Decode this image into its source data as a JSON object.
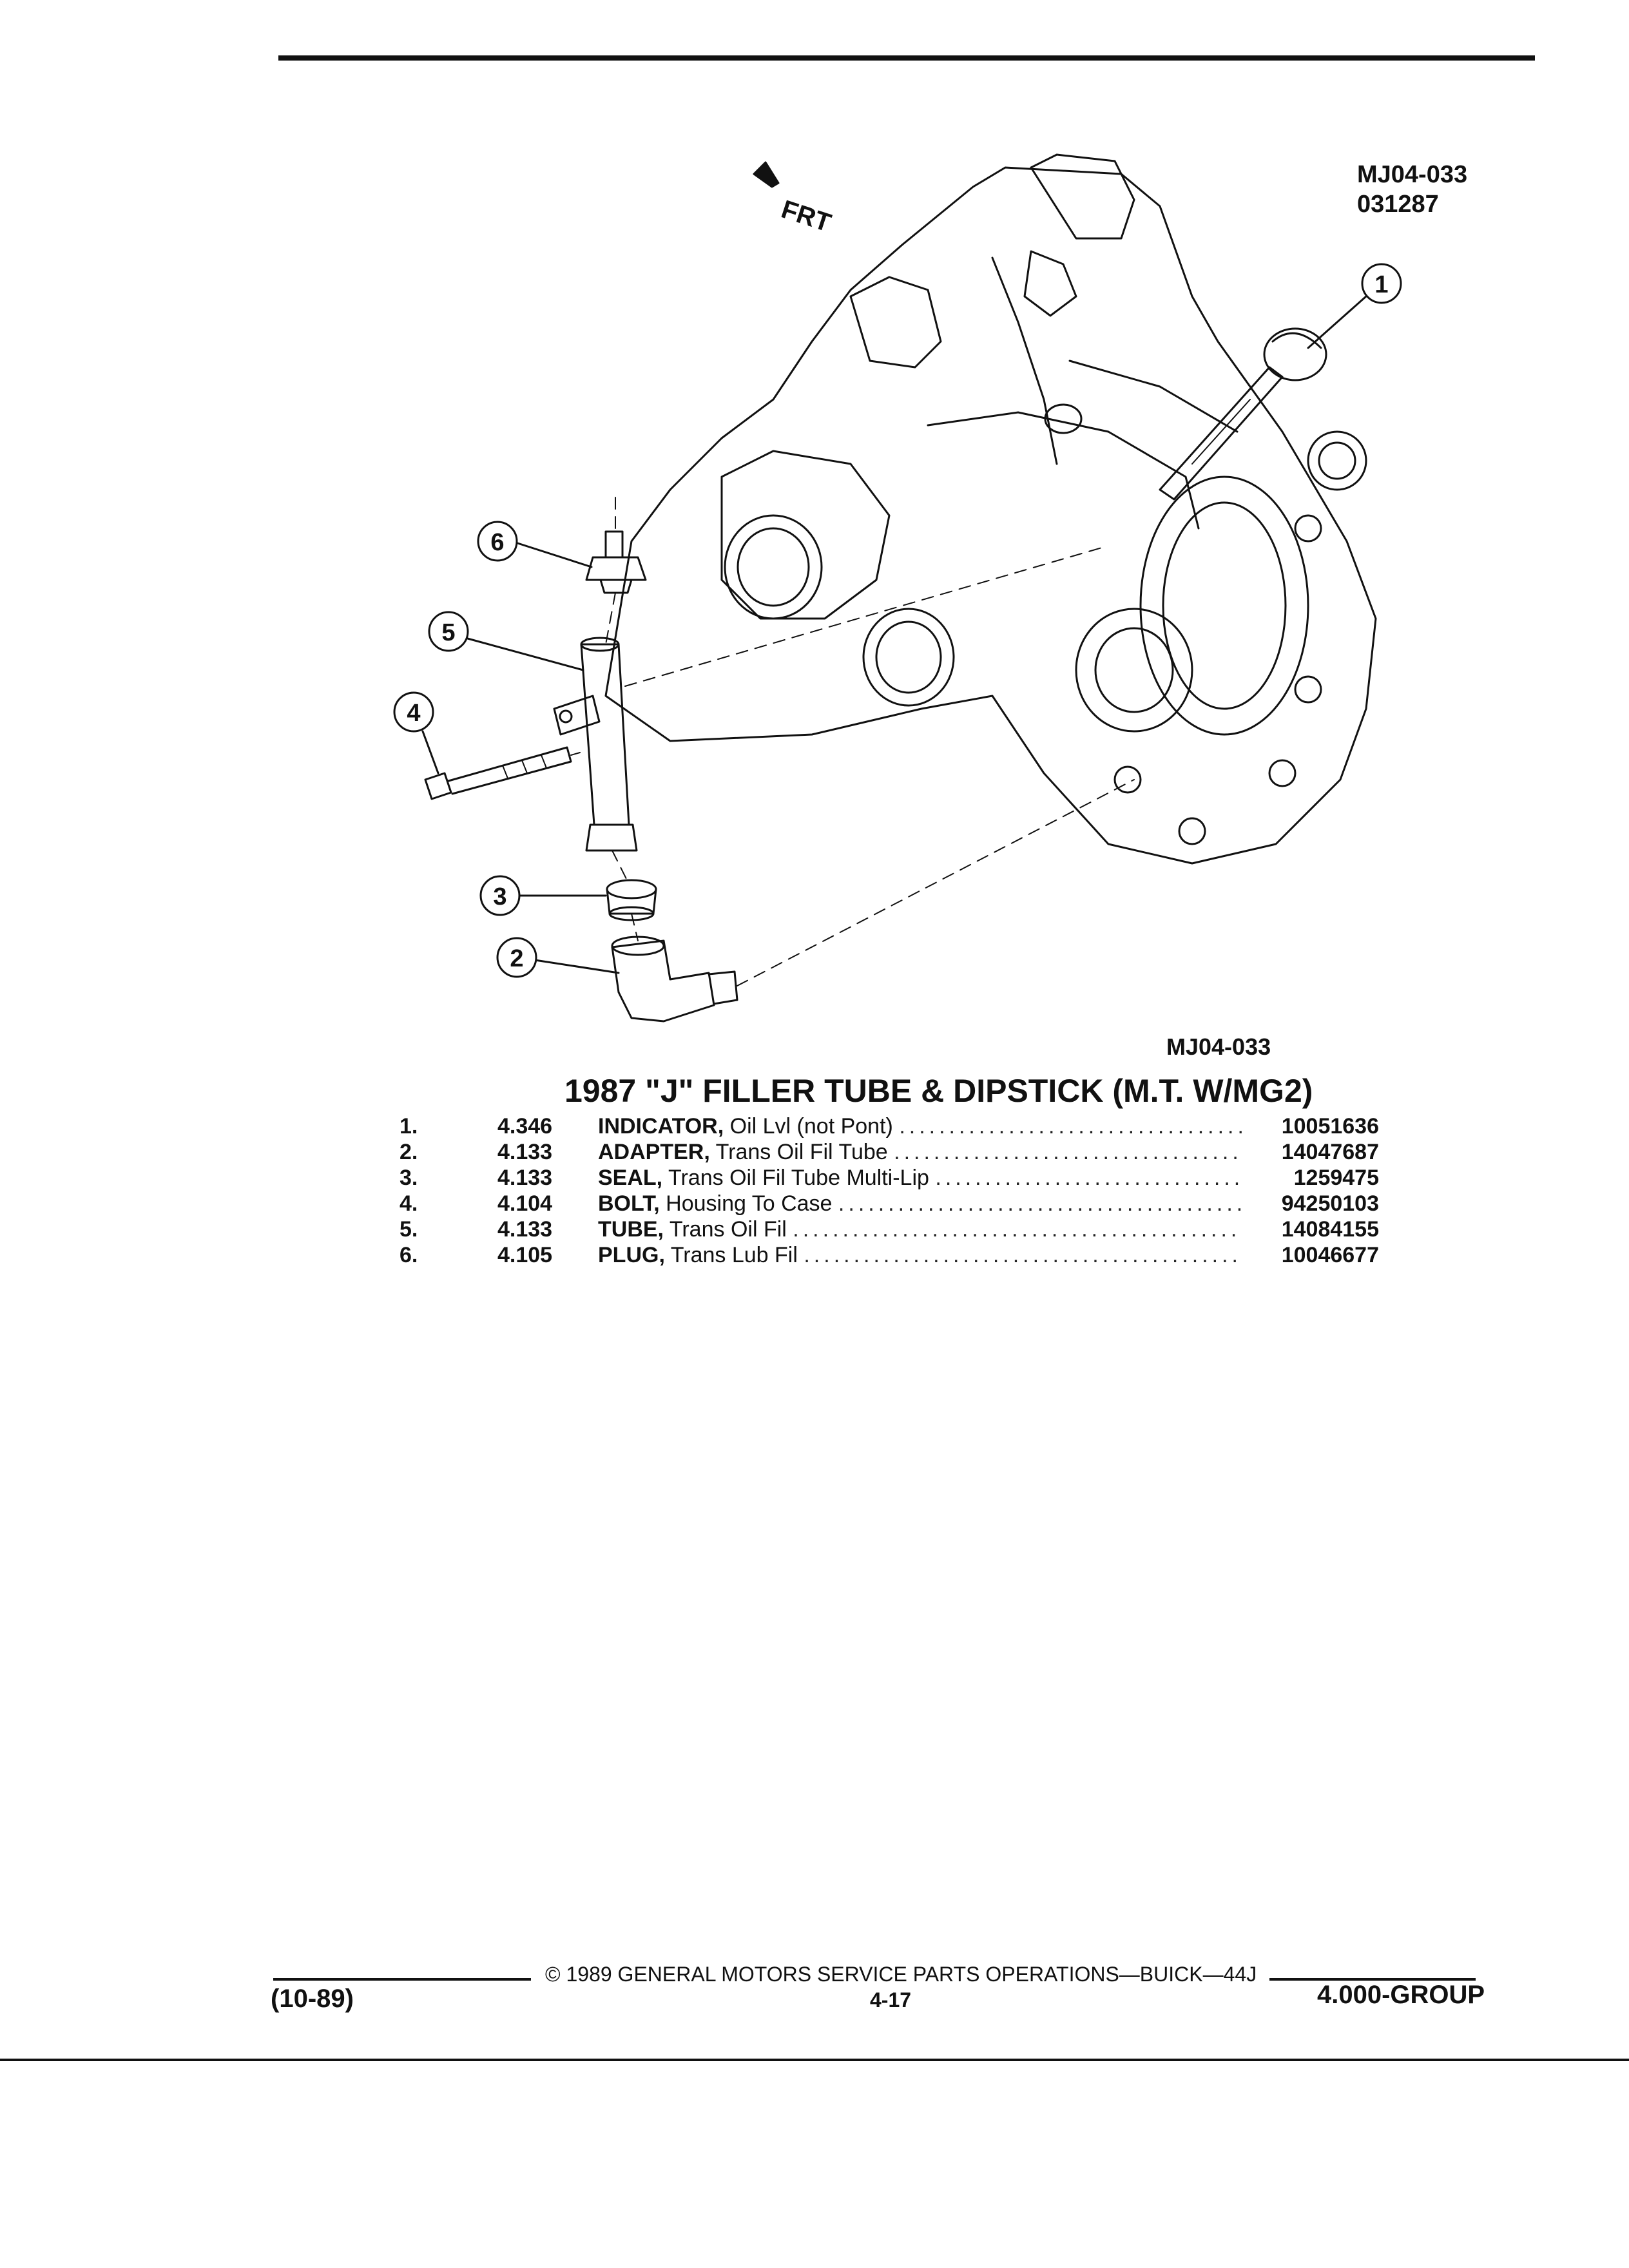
{
  "header": {
    "figure_id": "MJ04-033",
    "figure_date": "031287"
  },
  "diagram": {
    "orientation_label": "FRT",
    "callouts": [
      "1",
      "2",
      "3",
      "4",
      "5",
      "6"
    ],
    "caption_id": "MJ04-033"
  },
  "title": "1987 \"J\" FILLER TUBE & DIPSTICK (M.T. W/MG2)",
  "parts": [
    {
      "num": "1.",
      "group": "4.346",
      "name": "INDICATOR,",
      "desc": "Oil Lvl (not Pont)",
      "part_no": "10051636"
    },
    {
      "num": "2.",
      "group": "4.133",
      "name": "ADAPTER,",
      "desc": "Trans Oil Fil Tube",
      "part_no": "14047687"
    },
    {
      "num": "3.",
      "group": "4.133",
      "name": "SEAL,",
      "desc": "Trans Oil Fil Tube Multi-Lip",
      "part_no": "1259475"
    },
    {
      "num": "4.",
      "group": "4.104",
      "name": "BOLT,",
      "desc": "Housing To Case",
      "part_no": "94250103"
    },
    {
      "num": "5.",
      "group": "4.133",
      "name": "TUBE,",
      "desc": "Trans Oil Fil",
      "part_no": "14084155"
    },
    {
      "num": "6.",
      "group": "4.105",
      "name": "PLUG,",
      "desc": "Trans Lub Fil",
      "part_no": "10046677"
    }
  ],
  "footer": {
    "copyright": "© 1989 GENERAL MOTORS SERVICE PARTS OPERATIONS—BUICK—44J",
    "page_number": "4-17",
    "revision": "(10-89)",
    "group": "4.000-GROUP"
  }
}
